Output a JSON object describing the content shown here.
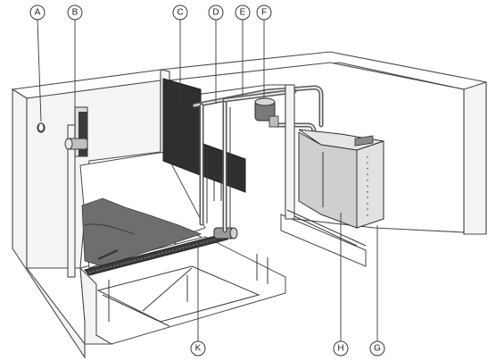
{
  "callouts": [
    {
      "id": "A",
      "label": "A"
    },
    {
      "id": "B",
      "label": "B"
    },
    {
      "id": "C",
      "label": "C"
    },
    {
      "id": "D",
      "label": "D"
    },
    {
      "id": "E",
      "label": "E"
    },
    {
      "id": "F",
      "label": "F"
    },
    {
      "id": "G",
      "label": "G"
    },
    {
      "id": "H",
      "label": "H"
    },
    {
      "id": "K",
      "label": "K"
    }
  ],
  "colors": {
    "ink": "#3a3a3a",
    "hood": "#2f2f2f",
    "pellet_pile": "#6e6e6e",
    "boiler_body": "#d8d8d8",
    "wall_fill": "#f4f4f4"
  }
}
